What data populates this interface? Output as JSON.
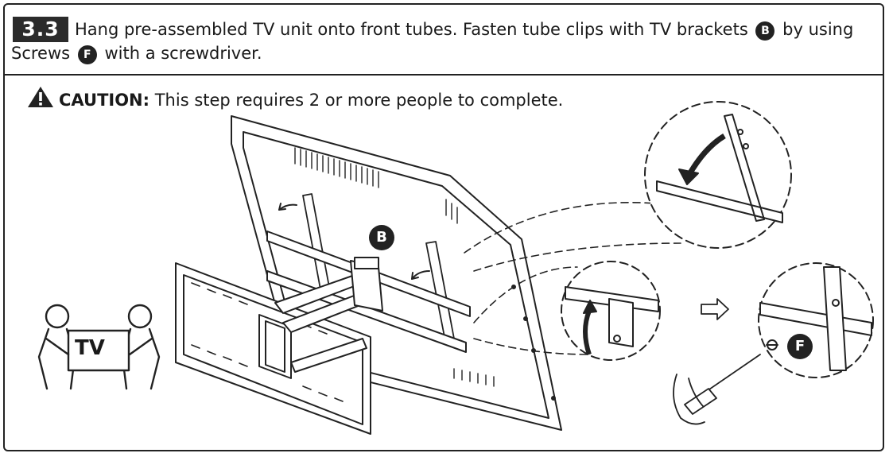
{
  "step": {
    "number": "3.3"
  },
  "instruction": {
    "part1": "Hang pre-assembled TV unit onto front tubes. Fasten tube clips with TV brackets",
    "ref_b": "B",
    "part2": "by using Screws",
    "ref_f": "F",
    "part3": "with a screwdriver."
  },
  "caution": {
    "label": "CAUTION:",
    "text": "This step requires 2 or more people to complete."
  },
  "figure": {
    "callout_b": "B",
    "callout_f": "F",
    "people_sign": "TV",
    "icons": [
      "warning-triangle-icon",
      "arrow-right-icon",
      "curved-arrow-icon",
      "screwdriver-icon"
    ]
  }
}
